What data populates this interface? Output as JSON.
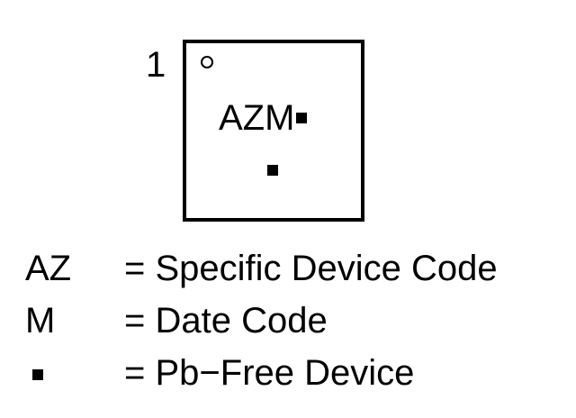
{
  "pin_label": "1",
  "marking": {
    "text": "AZM",
    "pb_free_symbol": "filled-square"
  },
  "legend": [
    {
      "key": "AZ",
      "description": "= Specific Device Code"
    },
    {
      "key": "M",
      "description": "= Date Code"
    },
    {
      "key": "",
      "key_symbol": "filled-square",
      "description": "= Pb−Free Device"
    }
  ]
}
